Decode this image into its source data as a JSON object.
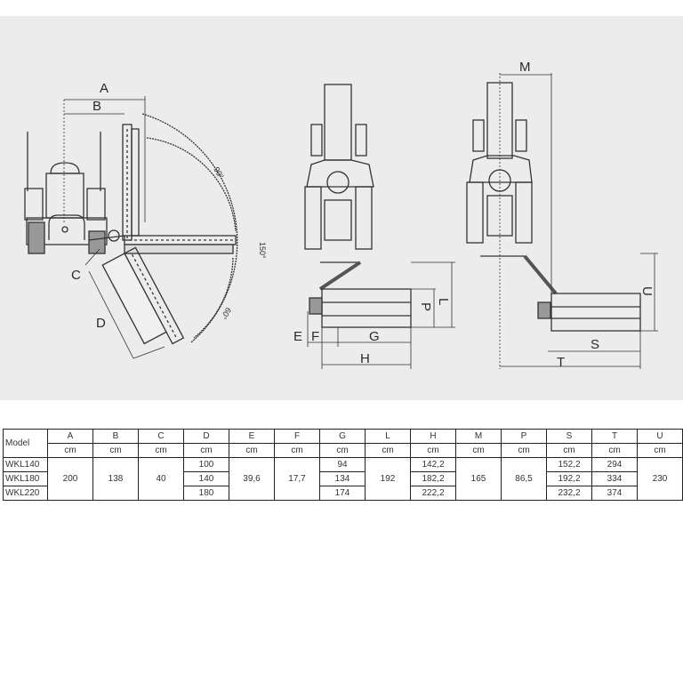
{
  "drawings": {
    "side_view": {
      "dimension_labels": {
        "A": "A",
        "B": "B",
        "C": "C",
        "D": "D"
      },
      "angle_labels": {
        "inner_up": "90°",
        "outer": "150°",
        "inner_down": "60°"
      }
    },
    "rear_view_work": {
      "dimension_labels": {
        "E": "E",
        "F": "F",
        "G": "G",
        "H": "H",
        "L": "L",
        "P": "P"
      }
    },
    "rear_view_offset": {
      "dimension_labels": {
        "M": "M",
        "S": "S",
        "T": "T",
        "U": "U"
      }
    }
  },
  "table": {
    "columns": [
      {
        "label": "Model",
        "unit": ""
      },
      {
        "label": "A",
        "unit": "cm"
      },
      {
        "label": "B",
        "unit": "cm"
      },
      {
        "label": "C",
        "unit": "cm"
      },
      {
        "label": "D",
        "unit": "cm"
      },
      {
        "label": "E",
        "unit": "cm"
      },
      {
        "label": "F",
        "unit": "cm"
      },
      {
        "label": "G",
        "unit": "cm"
      },
      {
        "label": "L",
        "unit": "cm"
      },
      {
        "label": "H",
        "unit": "cm"
      },
      {
        "label": "M",
        "unit": "cm"
      },
      {
        "label": "P",
        "unit": "cm"
      },
      {
        "label": "S",
        "unit": "cm"
      },
      {
        "label": "T",
        "unit": "cm"
      },
      {
        "label": "U",
        "unit": "cm"
      }
    ],
    "models": [
      "WKL140",
      "WKL180",
      "WKL220"
    ],
    "shared": {
      "A": "200",
      "B": "138",
      "C": "40",
      "E": "39,6",
      "F": "17,7",
      "L": "192",
      "M": "165",
      "P": "86,5",
      "U": "230"
    },
    "per_model": {
      "D": [
        "100",
        "140",
        "180"
      ],
      "G": [
        "94",
        "134",
        "174"
      ],
      "H": [
        "142,2",
        "182,2",
        "222,2"
      ],
      "S": [
        "152,2",
        "192,2",
        "232,2"
      ],
      "T": [
        "294",
        "334",
        "374"
      ]
    }
  }
}
